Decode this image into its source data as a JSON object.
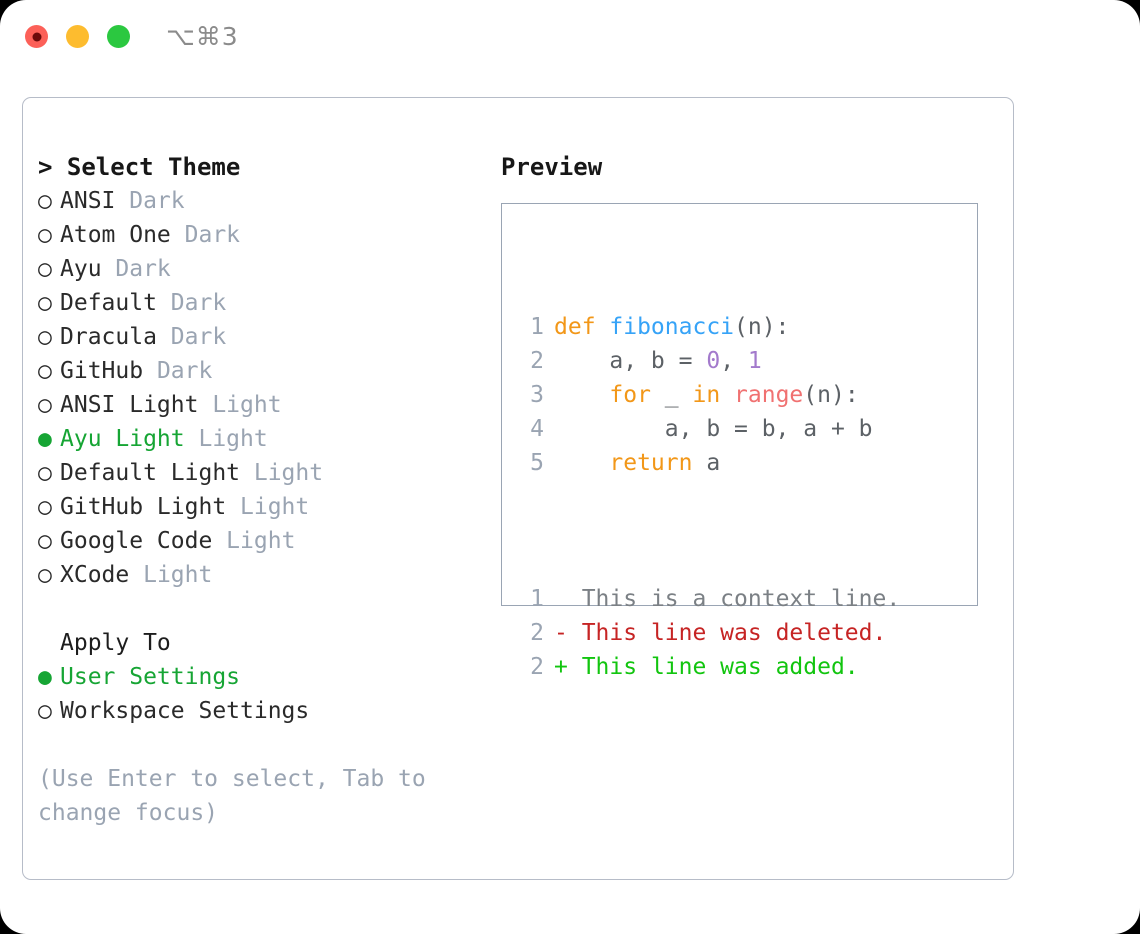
{
  "window": {
    "traffic_lights": [
      {
        "name": "close",
        "color": "#fc6058"
      },
      {
        "name": "minimize",
        "color": "#fdbc2f"
      },
      {
        "name": "zoom",
        "color": "#2bc840"
      }
    ],
    "shortcut_label": "⌥⌘3"
  },
  "left": {
    "header": "> Select Theme",
    "themes": [
      {
        "marker": "○",
        "name": "ANSI",
        "variant": "Dark",
        "selected": false
      },
      {
        "marker": "○",
        "name": "Atom One",
        "variant": "Dark",
        "selected": false
      },
      {
        "marker": "○",
        "name": "Ayu",
        "variant": "Dark",
        "selected": false
      },
      {
        "marker": "○",
        "name": "Default",
        "variant": "Dark",
        "selected": false
      },
      {
        "marker": "○",
        "name": "Dracula",
        "variant": "Dark",
        "selected": false
      },
      {
        "marker": "○",
        "name": "GitHub",
        "variant": "Dark",
        "selected": false
      },
      {
        "marker": "○",
        "name": "ANSI Light",
        "variant": "Light",
        "selected": false
      },
      {
        "marker": "●",
        "name": "Ayu Light",
        "variant": "Light",
        "selected": true
      },
      {
        "marker": "○",
        "name": "Default Light",
        "variant": "Light",
        "selected": false
      },
      {
        "marker": "○",
        "name": "GitHub Light",
        "variant": "Light",
        "selected": false
      },
      {
        "marker": "○",
        "name": "Google Code",
        "variant": "Light",
        "selected": false
      },
      {
        "marker": "○",
        "name": "XCode",
        "variant": "Light",
        "selected": false
      }
    ],
    "apply_to_header": "Apply To",
    "apply_to": [
      {
        "marker": "●",
        "name": "User Settings",
        "selected": true
      },
      {
        "marker": "○",
        "name": "Workspace Settings",
        "selected": false
      }
    ],
    "hint": "(Use Enter to select, Tab to change focus)"
  },
  "preview": {
    "title": "Preview",
    "code_lines": [
      {
        "number": "1",
        "tokens": [
          {
            "text": "def ",
            "kind": "kw"
          },
          {
            "text": "fibonacci",
            "kind": "fn"
          },
          {
            "text": "(n):",
            "kind": "punc"
          }
        ]
      },
      {
        "number": "2",
        "tokens": [
          {
            "text": "    a, b = ",
            "kind": "plain"
          },
          {
            "text": "0",
            "kind": "num"
          },
          {
            "text": ", ",
            "kind": "plain"
          },
          {
            "text": "1",
            "kind": "num"
          }
        ]
      },
      {
        "number": "3",
        "tokens": [
          {
            "text": "    ",
            "kind": "plain"
          },
          {
            "text": "for",
            "kind": "kw"
          },
          {
            "text": " _ ",
            "kind": "plain"
          },
          {
            "text": "in",
            "kind": "kw"
          },
          {
            "text": " ",
            "kind": "plain"
          },
          {
            "text": "range",
            "kind": "bi"
          },
          {
            "text": "(n):",
            "kind": "punc"
          }
        ]
      },
      {
        "number": "4",
        "tokens": [
          {
            "text": "        a, b = b, a + b",
            "kind": "plain"
          }
        ]
      },
      {
        "number": "5",
        "tokens": [
          {
            "text": "    ",
            "kind": "plain"
          },
          {
            "text": "return",
            "kind": "kw"
          },
          {
            "text": " a",
            "kind": "plain"
          }
        ]
      }
    ],
    "diff_lines": [
      {
        "number": "1",
        "sign": " ",
        "text": " This is a context line.",
        "kind": "ctx"
      },
      {
        "number": "2",
        "sign": "-",
        "text": " This line was deleted.",
        "kind": "del"
      },
      {
        "number": "2",
        "sign": "+",
        "text": " This line was added.",
        "kind": "add"
      }
    ]
  },
  "colors": {
    "accent_green": "#16a534",
    "dim": "#9aa4b2",
    "keyword": "#f29718",
    "function": "#36a3f7",
    "number": "#a37acc",
    "builtin": "#f07171",
    "diff_added": "#12c50f",
    "diff_deleted": "#c62424",
    "panel_border": "#b6bcc8",
    "preview_border": "#9aa5b4"
  }
}
